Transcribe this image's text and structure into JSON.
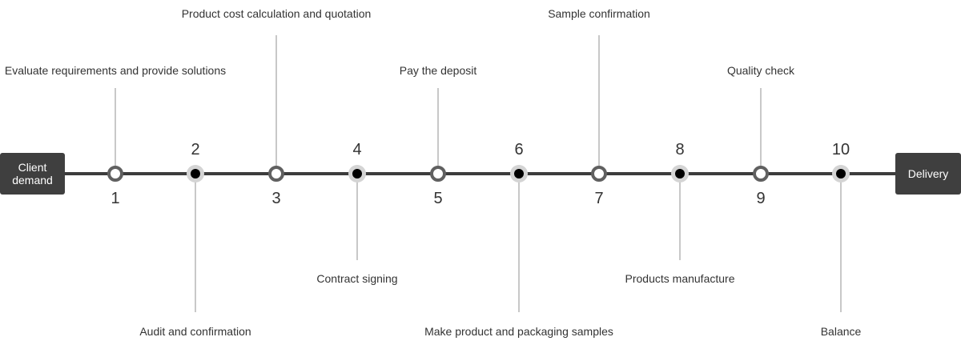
{
  "start_label": "Client demand",
  "end_label": "Delivery",
  "steps": [
    {
      "number": "1",
      "label": "Evaluate requirements and provide solutions",
      "style": "hollow"
    },
    {
      "number": "2",
      "label": "Audit and confirmation",
      "style": "filled"
    },
    {
      "number": "3",
      "label": "Product cost calculation and quotation",
      "style": "hollow"
    },
    {
      "number": "4",
      "label": "Contract signing",
      "style": "filled"
    },
    {
      "number": "5",
      "label": "Pay the deposit",
      "style": "hollow"
    },
    {
      "number": "6",
      "label": "Make product and packaging samples",
      "style": "filled"
    },
    {
      "number": "7",
      "label": "Sample confirmation",
      "style": "hollow"
    },
    {
      "number": "8",
      "label": "Products manufacture",
      "style": "filled"
    },
    {
      "number": "9",
      "label": "Quality check",
      "style": "hollow"
    },
    {
      "number": "10",
      "label": "Balance",
      "style": "filled"
    }
  ],
  "colors": {
    "line": "#3c3c3c",
    "box": "#3f3f3f",
    "connector": "#c8c8c8",
    "hollow_ring": "#606060",
    "filled_halo": "#d4d4d4",
    "filled_dot": "#000000",
    "text": "#333333"
  }
}
